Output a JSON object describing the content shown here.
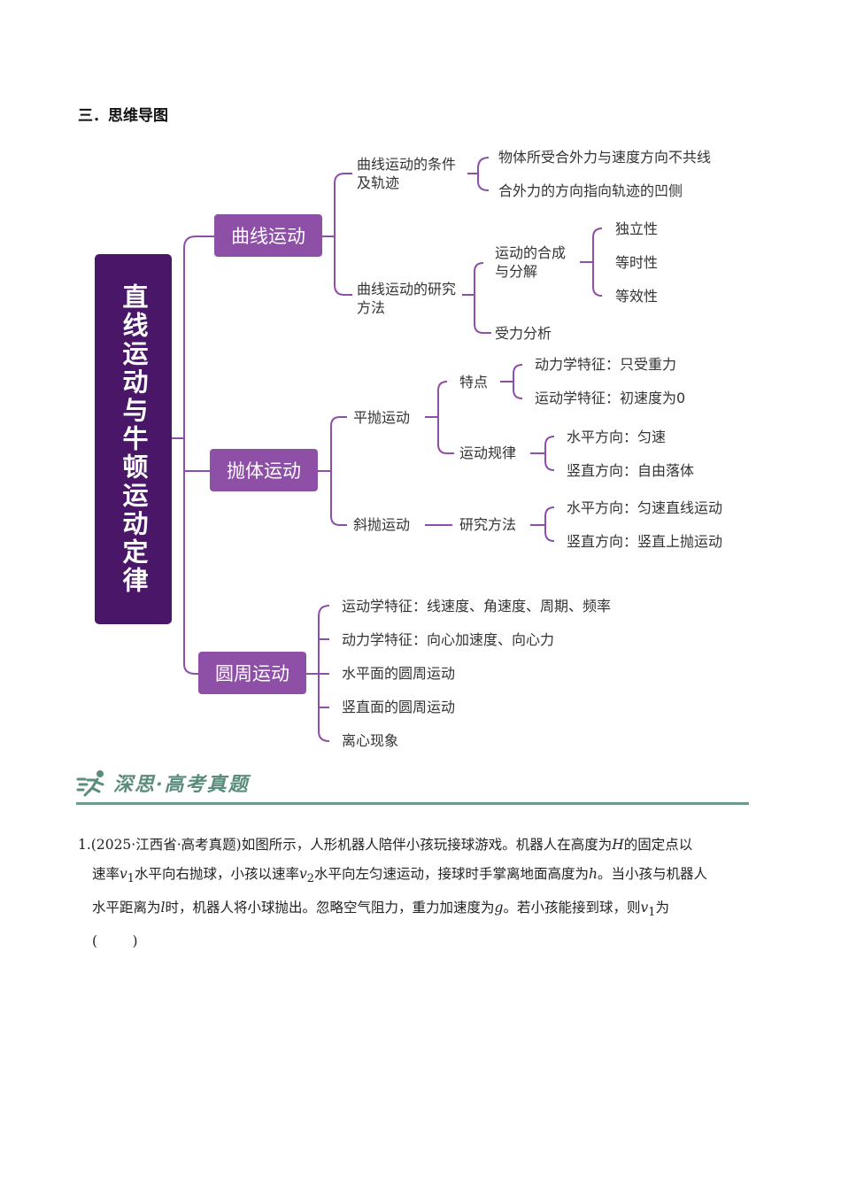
{
  "section_title": "三．思维导图",
  "mind_map": {
    "root": "直线运动与牛顿运动定律",
    "branches": {
      "curve": "曲线运动",
      "projectile": "抛体运动",
      "circular": "圆周运动"
    },
    "curve": {
      "condition_node": "曲线运动的条件及轨迹",
      "condition_items": [
        "物体所受合外力与速度方向不共线",
        "合外力的方向指向轨迹的凹侧"
      ],
      "method_node": "曲线运动的研究方法",
      "composition_node": "运动的合成与分解",
      "composition_items": [
        "独立性",
        "等时性",
        "等效性"
      ],
      "force_analysis": "受力分析"
    },
    "projectile": {
      "horizontal": "平抛运动",
      "features": "特点",
      "feature_items": [
        "动力学特征：只受重力",
        "运动学特征：初速度为0"
      ],
      "laws": "运动规律",
      "law_items": [
        "水平方向：匀速",
        "竖直方向：自由落体"
      ],
      "oblique": "斜抛运动",
      "research": "研究方法",
      "research_items": [
        "水平方向：匀速直线运动",
        "竖直方向：竖直上抛运动"
      ]
    },
    "circular_items": [
      "运动学特征：线速度、角速度、周期、频率",
      "动力学特征：向心加速度、向心力",
      "水平面的圆周运动",
      "竖直面的圆周运动",
      "离心现象"
    ]
  },
  "banner": {
    "title": "深思·高考真题",
    "icon": "runner-icon"
  },
  "question": {
    "number": "1.",
    "source": "(2025·江西省·高考真题)",
    "line1": "如图所示，人形机器人陪伴小孩玩接球游戏。机器人在高度为",
    "var_H": "H",
    "line1b": "的固定点以",
    "line2a": "速率",
    "var_v1": "v",
    "sub1": "1",
    "line2b": "水平向右抛球，小孩以速率",
    "sub2": "2",
    "line2c": "水平向左匀速运动，接球时手掌离地面高度为",
    "var_h": "h",
    "line2d": "。当小孩与机器人",
    "line3a": "水平距离为",
    "var_l": "l",
    "line3b": "时，机器人将小球抛出。忽略空气阻力，重力加速度为",
    "var_g": "g",
    "line3c": "。若小孩能接到球，则",
    "line3d": "为",
    "answer_blank": "(        )"
  }
}
